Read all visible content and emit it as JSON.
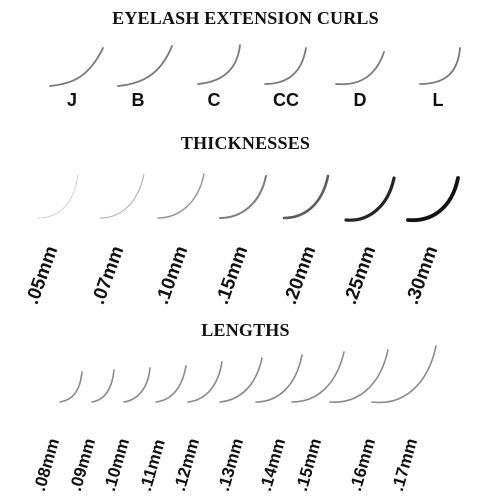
{
  "titles": {
    "curls": "EYELASH EXTENSION CURLS",
    "thicknesses": "THICKNESSES",
    "lengths": "LENGTHS"
  },
  "curls": [
    "J",
    "B",
    "C",
    "CC",
    "D",
    "L"
  ],
  "thicknesses": [
    ".05mm",
    ".07mm",
    ".10mm",
    ".15mm",
    ".20mm",
    ".25mm",
    ".30mm"
  ],
  "lengths": [
    ".08mm",
    ".09mm",
    ".10mm",
    ".11mm",
    ".12mm",
    ".13mm",
    ".14mm",
    ".15mm",
    ".16mm",
    ".17mm"
  ]
}
